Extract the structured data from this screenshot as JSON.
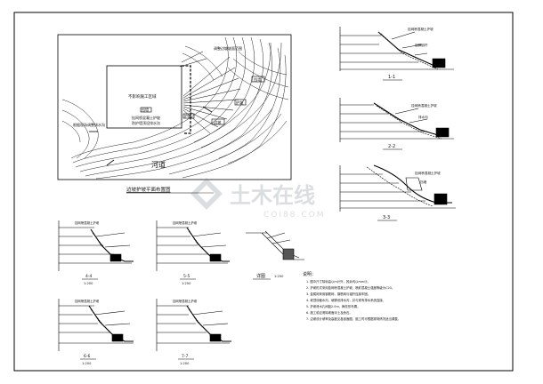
{
  "plan": {
    "title": "边坡护坡平面布置图",
    "river": "河道",
    "site": "不影响施工区域",
    "callouts": [
      "调整边坡坡面范围",
      "挂网喷混凝土护坡",
      "防护墙顶设排水沟",
      "根据现场调整排水沟"
    ],
    "tags": [
      "挡墙",
      "护坡",
      "边坡",
      "护坡",
      "挡墙"
    ]
  },
  "sections": {
    "s11": "1-1",
    "s22": "2-2",
    "s33": "3-3",
    "s44": "4-4",
    "s55": "5-5",
    "s66": "6-6",
    "s77": "7-7",
    "detail": "详图",
    "scale": "1:200",
    "elev_labels": [
      "挂网喷混凝土护坡",
      "锁脚锁杆",
      "排水沟",
      "挡墙"
    ]
  },
  "notes": {
    "title": "说明：",
    "lines": [
      "1. 图中尺寸除标高以m计外，其余均以mm计。",
      "2. 护坡形式采用挂网喷混凝土护坡，喷射混凝土强度等级为C20。",
      "3. 金属网采用钢筋网，钢筋网与锚杆连接牢固。",
      "4. 坡顶设截水沟，坡脚设排水沟，并与现有排水系统连接。",
      "5. 护坡泄水孔间距2.0m，梅花形布置。",
      "6. 施工前应清除坡面浮土及危石。",
      "7. 边坡设计坡率及高度见各剖面图，施工时可根据现场情况适当调整。"
    ]
  },
  "watermark": {
    "main": "土木在线",
    "sub": "COI88.COM"
  }
}
